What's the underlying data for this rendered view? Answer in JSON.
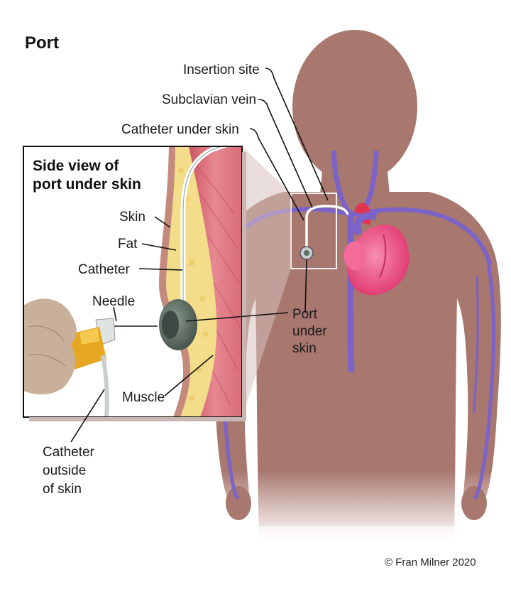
{
  "title": "Port",
  "inset": {
    "title_line1": "Side view of",
    "title_line2": "port under skin"
  },
  "labels": {
    "insertion_site": "Insertion site",
    "subclavian_vein": "Subclavian vein",
    "catheter_under_skin": "Catheter under skin",
    "skin": "Skin",
    "fat": "Fat",
    "catheter": "Catheter",
    "needle": "Needle",
    "muscle": "Muscle",
    "port_line1": "Port",
    "port_line2": "under",
    "port_line3": "skin",
    "outside_line1": "Catheter",
    "outside_line2": "outside",
    "outside_line3": "of skin"
  },
  "copyright": "© Fran Milner 2020",
  "colors": {
    "body": "#a8776e",
    "body_shadow": "#94655c",
    "vein": "#7b63c9",
    "artery": "#e2344f",
    "heart": "#ee4f86",
    "fat": "#f3dc8a",
    "muscle": "#d96d79",
    "port": "#5d6e63",
    "clip": "#e6a722",
    "hand": "#c9b09a"
  }
}
